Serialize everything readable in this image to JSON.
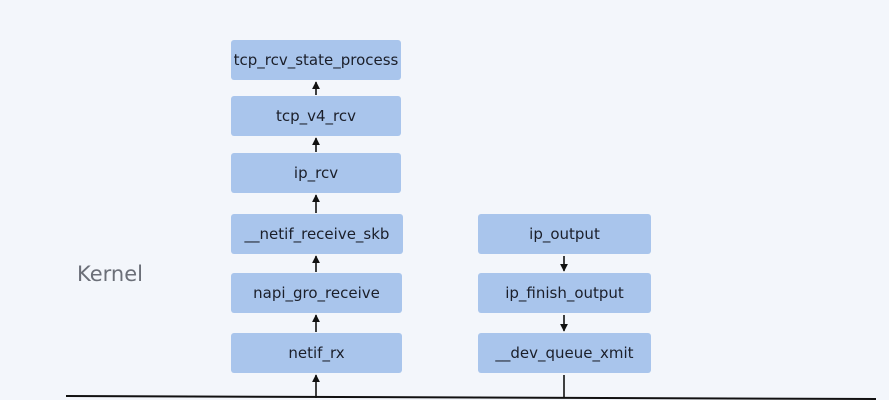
{
  "diagram": {
    "region_label": "Kernel",
    "receive_path": {
      "boxes": [
        {
          "label": "tcp_rcv_state_process"
        },
        {
          "label": "tcp_v4_rcv"
        },
        {
          "label": "ip_rcv"
        },
        {
          "label": "__netif_receive_skb"
        },
        {
          "label": "napi_gro_receive"
        },
        {
          "label": "netif_rx"
        }
      ]
    },
    "send_path": {
      "boxes": [
        {
          "label": "ip_output"
        },
        {
          "label": "ip_finish_output"
        },
        {
          "label": "__dev_queue_xmit"
        }
      ]
    }
  }
}
